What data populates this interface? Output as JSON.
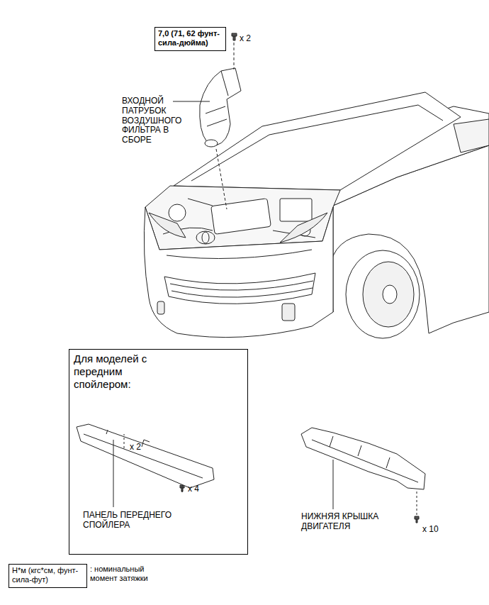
{
  "diagram": {
    "nodes": [
      {
        "text": [
          "7,0 (71, 62 фунт-сила-дюйма)"
        ]
      },
      {
        "text": [
          "Для моделей с передним спойлером:"
        ]
      },
      {
        "text": [
          "Н*м (кгс*см, фунт-сила-фут)"
        ]
      }
    ],
    "labels": [
      "x 2",
      "ВХОДНОЙ ПАТРУБОК ВОЗДУШНОГО ФИЛЬТРА В СБОРЕ",
      "x 2",
      "x 4",
      "ПАНЕЛЬ ПЕРЕДНЕГО СПОЙЛЕРА",
      "НИЖНЯЯ КРЫШКА ДВИГАТЕЛЯ",
      "x 10"
    ],
    "legend": [
      {
        "text": ": номинальный момент затяжки"
      }
    ]
  }
}
